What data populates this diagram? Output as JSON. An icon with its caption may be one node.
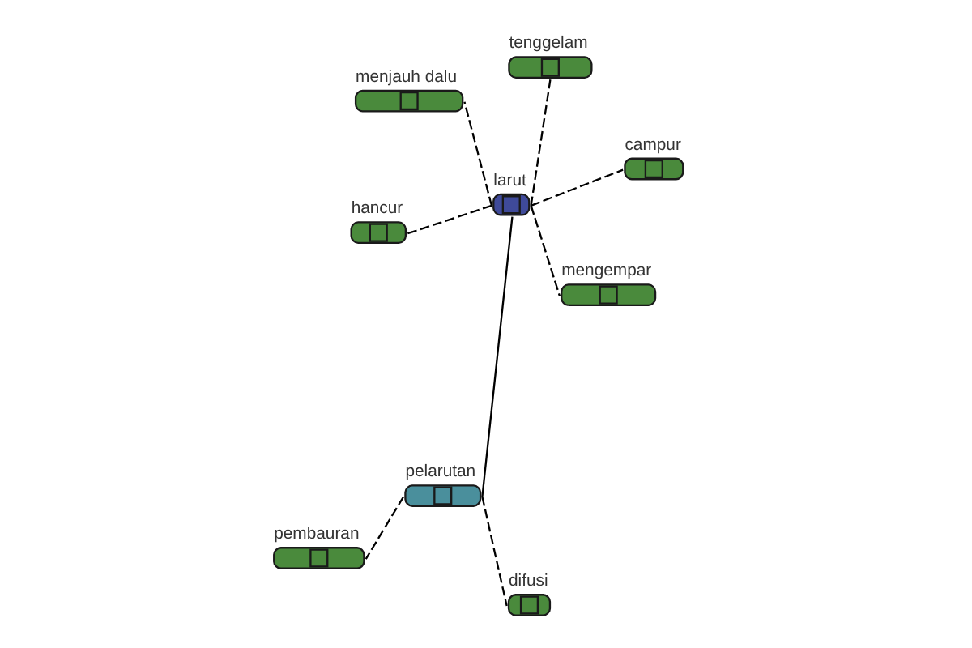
{
  "diagram": {
    "nodes": [
      {
        "text": [
          "pembauran"
        ]
      },
      {
        "text": [
          "difusi"
        ]
      },
      {
        "text": [
          "pelarutan"
        ]
      },
      {
        "text": [
          "larut"
        ]
      },
      {
        "text": [
          "tenggelam"
        ]
      },
      {
        "text": [
          "menjauh dalu"
        ]
      },
      {
        "text": [
          "hancur"
        ]
      },
      {
        "text": [
          "campur"
        ]
      },
      {
        "text": [
          "mengempar"
        ]
      }
    ],
    "edges": [
      {
        "from": 2,
        "to": 1,
        "arrow": "none",
        "style": "dashed"
      },
      {
        "from": 2,
        "to": 0,
        "arrow": "none",
        "style": "dashed"
      },
      {
        "from": 3,
        "to": 2,
        "arrow": "none"
      },
      {
        "from": 3,
        "to": 4,
        "arrow": "none",
        "style": "dashed"
      },
      {
        "from": 3,
        "to": 5,
        "arrow": "none",
        "style": "dashed"
      },
      {
        "from": 3,
        "to": 6,
        "arrow": "none",
        "style": "dashed"
      },
      {
        "from": 3,
        "to": 7,
        "arrow": "none",
        "style": "dashed"
      },
      {
        "from": 3,
        "to": 8,
        "arrow": "none",
        "style": "dashed"
      }
    ]
  }
}
